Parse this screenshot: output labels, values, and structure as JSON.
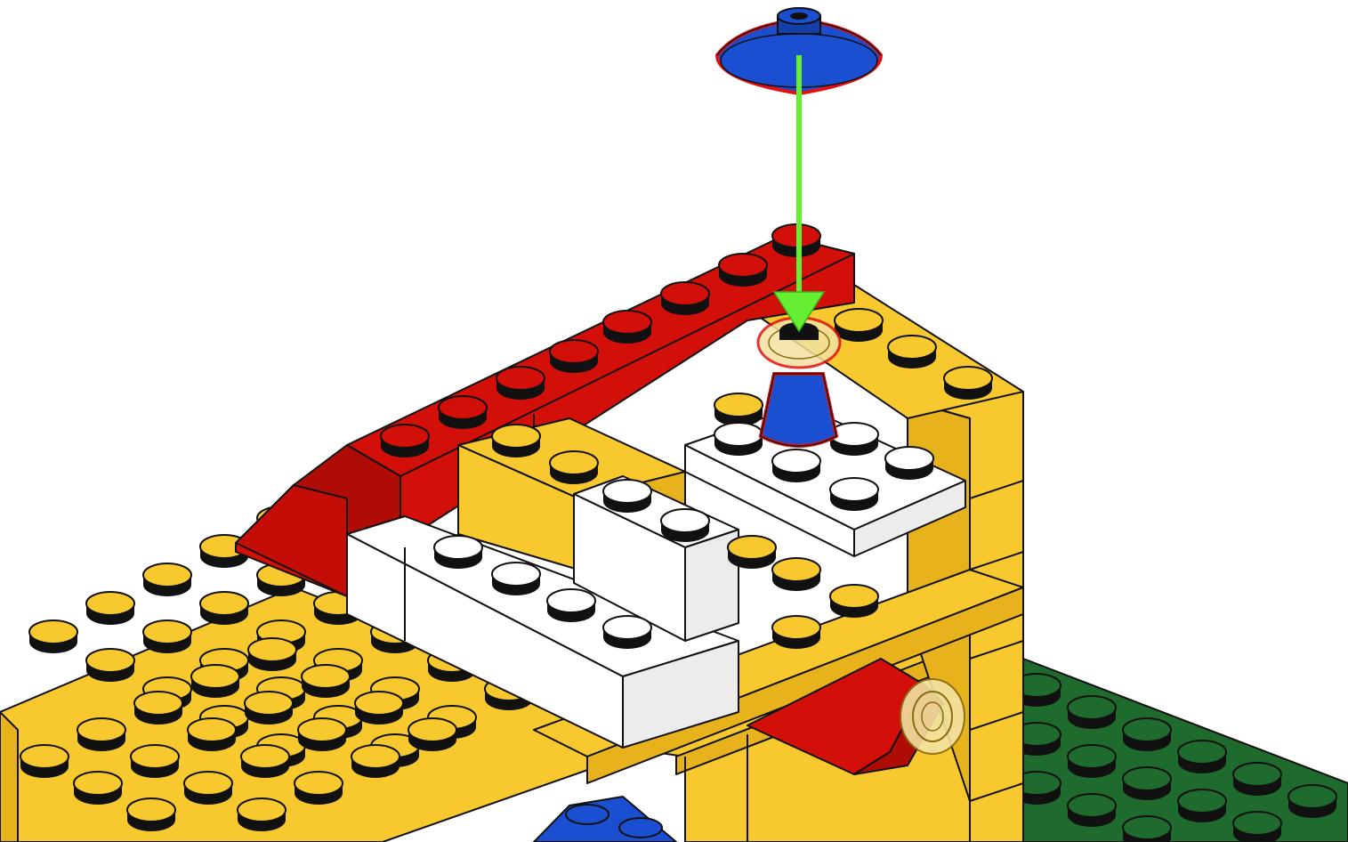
{
  "image": {
    "subject": "lego-building-instruction-step",
    "background": "#ffffff"
  },
  "colors": {
    "yellow": "#f7c92f",
    "yellow_side": "#e7b21c",
    "red": "#d20f08",
    "red_side": "#b00c06",
    "white": "#ffffff",
    "white_side": "#ececec",
    "blue": "#1a4fd1",
    "blue_dark": "#133fa8",
    "green": "#1f6b2e",
    "green_side": "#175622",
    "arrow": "#66ee33",
    "highlight": "#e11111",
    "transparent_yellow": "#f3e2a1"
  },
  "parts": [
    {
      "name": "blue-round-dish",
      "color": "blue",
      "state": "new-part"
    },
    {
      "name": "blue-cone",
      "color": "blue",
      "state": "new-part"
    },
    {
      "name": "red-slope-bricks",
      "color": "red",
      "state": "placed"
    },
    {
      "name": "yellow-bricks",
      "color": "yellow",
      "state": "placed"
    },
    {
      "name": "white-bricks",
      "color": "white",
      "state": "placed"
    },
    {
      "name": "yellow-baseplate",
      "color": "yellow",
      "state": "placed"
    },
    {
      "name": "green-baseplate",
      "color": "green",
      "state": "placed"
    },
    {
      "name": "trans-yellow-round-plate",
      "color": "transparent_yellow",
      "state": "placed"
    }
  ],
  "arrow": {
    "direction": "down",
    "color": "arrow"
  }
}
